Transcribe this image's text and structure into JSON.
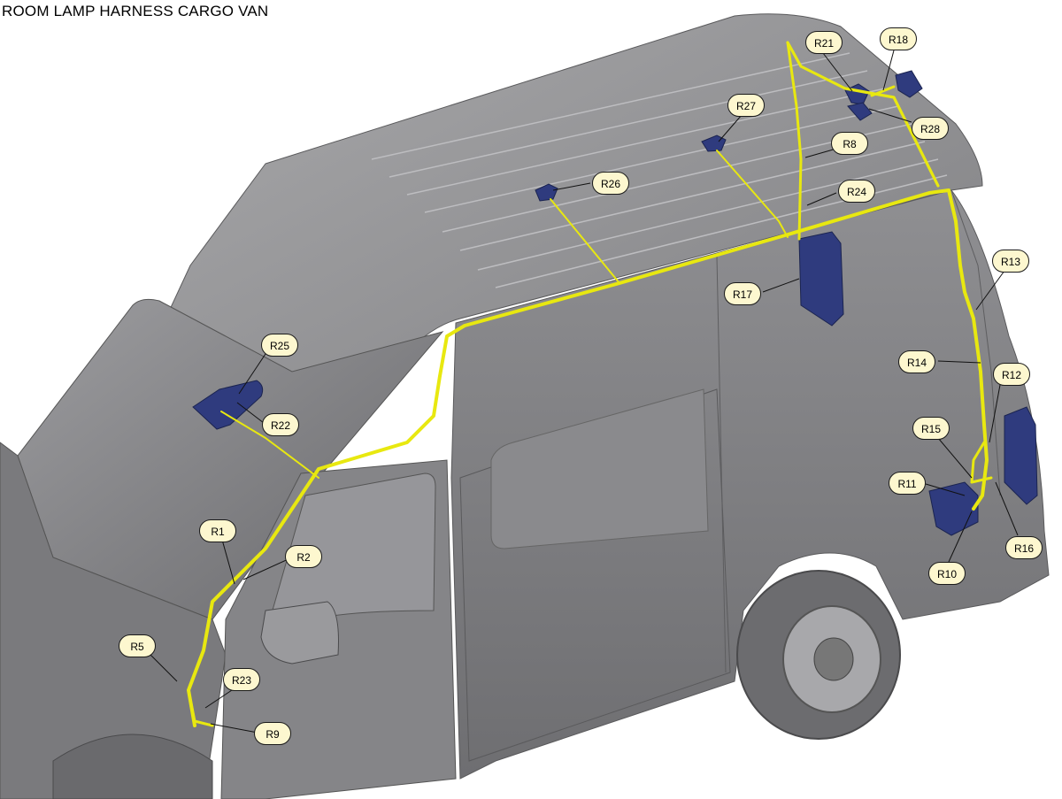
{
  "title": "ROOM LAMP HARNESS CARGO VAN",
  "colors": {
    "harness": "#e8e810",
    "component": "#2e3a7a",
    "body": "#8e8e90",
    "callout_fill": "#fdf7cf"
  },
  "callouts": [
    {
      "id": "r1",
      "label": "R1"
    },
    {
      "id": "r2",
      "label": "R2"
    },
    {
      "id": "r5",
      "label": "R5"
    },
    {
      "id": "r8",
      "label": "R8"
    },
    {
      "id": "r9",
      "label": "R9"
    },
    {
      "id": "r10",
      "label": "R10"
    },
    {
      "id": "r11",
      "label": "R11"
    },
    {
      "id": "r12",
      "label": "R12"
    },
    {
      "id": "r13",
      "label": "R13"
    },
    {
      "id": "r14",
      "label": "R14"
    },
    {
      "id": "r15",
      "label": "R15"
    },
    {
      "id": "r16",
      "label": "R16"
    },
    {
      "id": "r17",
      "label": "R17"
    },
    {
      "id": "r18",
      "label": "R18"
    },
    {
      "id": "r21",
      "label": "R21"
    },
    {
      "id": "r22",
      "label": "R22"
    },
    {
      "id": "r23",
      "label": "R23"
    },
    {
      "id": "r24",
      "label": "R24"
    },
    {
      "id": "r25",
      "label": "R25"
    },
    {
      "id": "r26",
      "label": "R26"
    },
    {
      "id": "r27",
      "label": "R27"
    },
    {
      "id": "r28",
      "label": "R28"
    }
  ]
}
